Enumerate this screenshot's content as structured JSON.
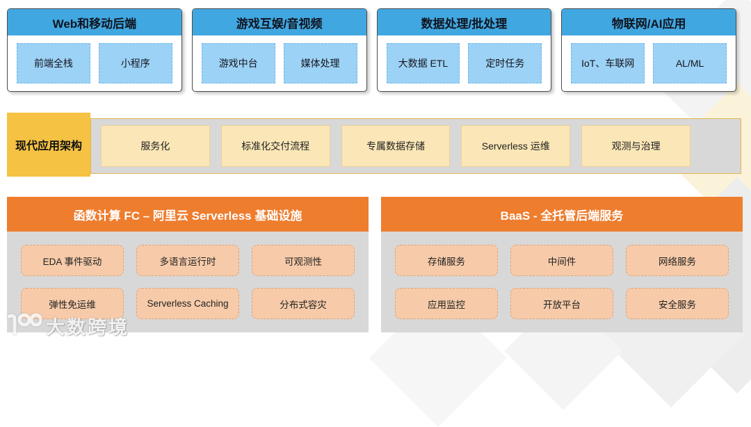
{
  "top_groups": [
    {
      "title": "Web和移动后端",
      "items": [
        "前端全栈",
        "小程序"
      ]
    },
    {
      "title": "游戏互娱/音视频",
      "items": [
        "游戏中台",
        "媒体处理"
      ]
    },
    {
      "title": "数据处理/批处理",
      "items": [
        "大数据 ETL",
        "定时任务"
      ]
    },
    {
      "title": "物联网/AI应用",
      "items": [
        "IoT、车联网",
        "AL/ML"
      ]
    }
  ],
  "middle_band": {
    "label": "现代应用架构",
    "items": [
      "服务化",
      "标准化交付流程",
      "专属数据存储",
      "Serverless 运维",
      "观测与治理"
    ]
  },
  "bottom_sections": [
    {
      "title": "函数计算 FC – 阿里云 Serverless 基础设施",
      "items": [
        "EDA 事件驱动",
        "多语言运行时",
        "可观测性",
        "弹性免运维",
        "Serverless Caching",
        "分布式容灾"
      ]
    },
    {
      "title": "BaaS - 全托管后端服务",
      "items": [
        "存储服务",
        "中间件",
        "网络服务",
        "应用监控",
        "开放平台",
        "安全服务"
      ]
    }
  ],
  "watermark": {
    "brand": "大数跨境"
  },
  "colors": {
    "header_blue": "#41a7e0",
    "sub_blue": "#9cd2f5",
    "gold": "#f5c243",
    "band_gray": "#d8d8d8",
    "light_yellow": "#fae6b6",
    "orange": "#ee7d2e",
    "light_orange": "#f7cba9",
    "group_border": "#4a4a4a"
  }
}
